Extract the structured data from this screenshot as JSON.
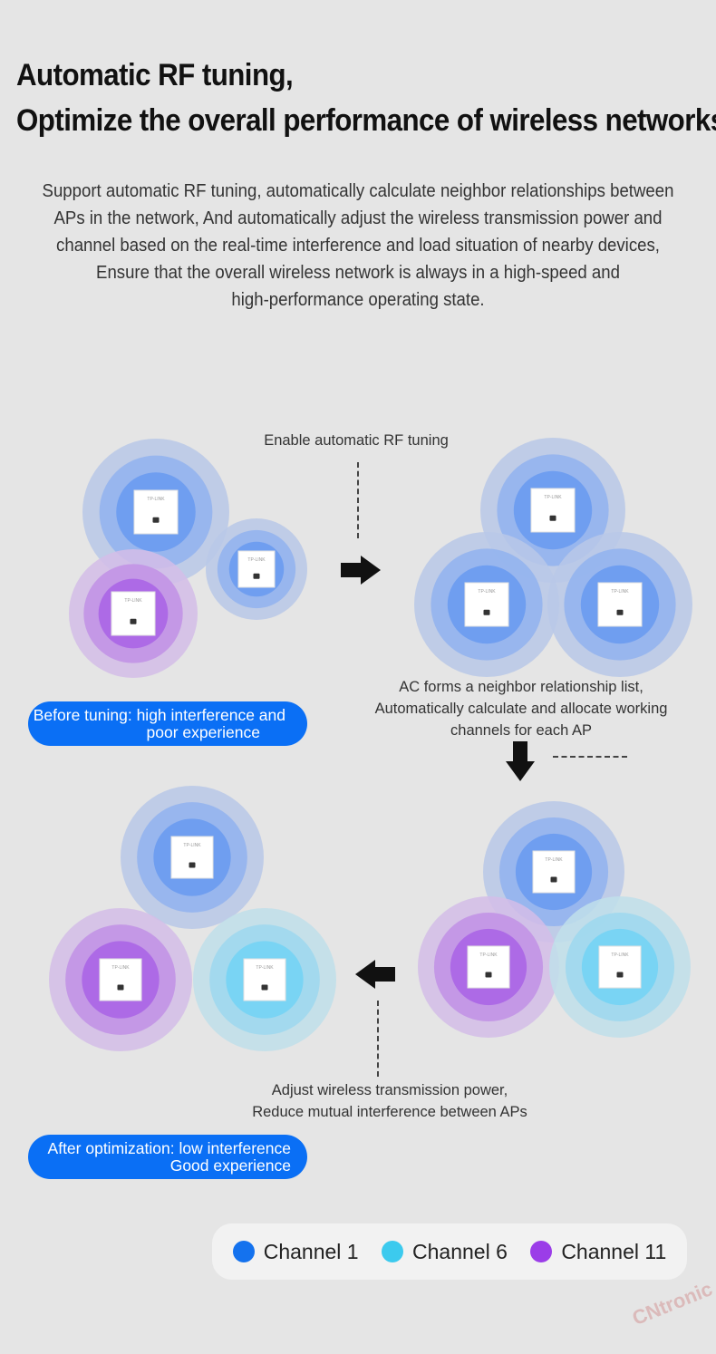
{
  "title": {
    "line1": "Automatic RF tuning,",
    "line2": "Optimize the overall performance of wireless networks"
  },
  "description": [
    "Support automatic RF tuning, automatically calculate neighbor relationships between",
    "APs in the network, And automatically adjust the wireless transmission power and",
    "channel based on the real-time interference and load situation of nearby devices,",
    "Ensure that the overall wireless network is always in a high-speed and",
    "high-performance operating state."
  ],
  "steps": {
    "enable": "Enable automatic RF tuning",
    "ac_line1": "AC forms a neighbor relationship list,",
    "ac_line2": "Automatically calculate and allocate working",
    "ac_line3": "channels for each AP",
    "adjust_line1": "Adjust wireless transmission power,",
    "adjust_line2": "Reduce mutual interference between APs"
  },
  "badges": {
    "before_line1": "Before tuning: high interference and",
    "before_line2": "poor experience",
    "after_line1": "After optimization: low interference",
    "after_line2": "Good experience"
  },
  "ap_label": "TP-LINK",
  "legend": [
    {
      "label": "Channel 1",
      "color": "#1472ee"
    },
    {
      "label": "Channel 6",
      "color": "#3ccaee"
    },
    {
      "label": "Channel 11",
      "color": "#9b3de8"
    }
  ],
  "colors": {
    "channel1": "#1472ee",
    "channel6": "#3ccaee",
    "channel11": "#9b3de8",
    "badge": "#0a6ff5"
  },
  "watermark": "CNtronic"
}
